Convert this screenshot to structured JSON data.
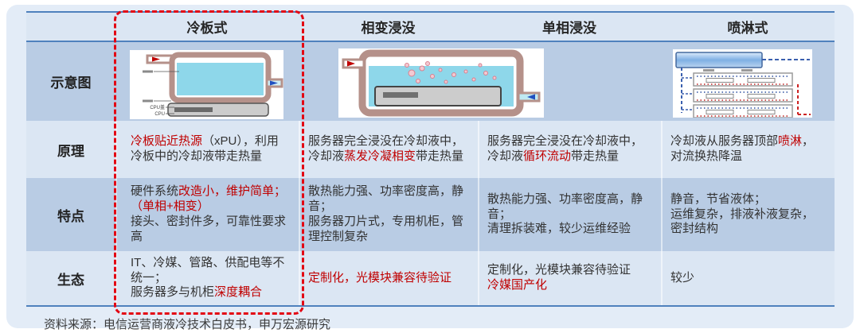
{
  "header": {
    "columns": [
      "冷板式",
      "相变浸没",
      "单相浸没",
      "喷淋式"
    ]
  },
  "rows": [
    {
      "label": "示意图"
    },
    {
      "label": "原理",
      "cells": [
        [
          {
            "text": "冷板贴近热源",
            "red": true
          },
          {
            "text": "（xPU），利用冷板中的冷却液带走热量"
          }
        ],
        [
          {
            "text": "服务器完全浸没在冷却液中，冷却液"
          },
          {
            "text": "蒸发冷凝相变",
            "red": true
          },
          {
            "text": "带走热量"
          }
        ],
        [
          {
            "text": "服务器完全浸没在冷却液中，冷却液"
          },
          {
            "text": "循环流动",
            "red": true
          },
          {
            "text": "带走热量"
          }
        ],
        [
          {
            "text": "冷却液从服务器顶部"
          },
          {
            "text": "喷淋",
            "red": true
          },
          {
            "text": "，对流换热降温"
          }
        ]
      ]
    },
    {
      "label": "特点",
      "cells": [
        [
          {
            "text": "硬件系统"
          },
          {
            "text": "改造小，维护简单；（单相+相变）",
            "red": true
          },
          {
            "br": true
          },
          {
            "text": "接头、密封件多，可靠性要求高"
          }
        ],
        [
          {
            "text": "散热能力强、功率密度高，静音；"
          },
          {
            "br": true
          },
          {
            "text": "服务器刀片式，专用机柜，管理控制复杂"
          }
        ],
        [
          {
            "text": "散热能力强、功率密度高，静音；"
          },
          {
            "br": true
          },
          {
            "text": "清理拆装难，较少运维经验"
          }
        ],
        [
          {
            "text": "静音，节省液体；"
          },
          {
            "br": true
          },
          {
            "text": "运维复杂，排液补液复杂，密封结构"
          }
        ]
      ]
    },
    {
      "label": "生态",
      "cells": [
        [
          {
            "text": "IT、冷媒、管路、供配电等不统一；"
          },
          {
            "br": true
          },
          {
            "text": "服务器多与机柜"
          },
          {
            "text": "深度耦合",
            "red": true
          }
        ],
        [
          {
            "text": "定制化，光模块兼容待验证",
            "red": true
          }
        ],
        [
          {
            "text": "定制化，光模块兼容待验证"
          },
          {
            "br": true
          },
          {
            "text": "冷媒国产化",
            "red": true
          }
        ],
        [
          {
            "text": "较少"
          }
        ]
      ]
    }
  ],
  "diagrams": {
    "cold_plate": {
      "cpu_cover_label": "CPU盖",
      "cpu_label": "CPU"
    }
  },
  "footer": {
    "source": "资料来源：电信运营商液冷技术白皮书，申万宏源研究"
  },
  "colors": {
    "accent_line_blue": "#4f81bd",
    "row_dark_blue": "#b9cce4",
    "row_light_blue": "#dbe6f3",
    "card_background": "#e3ecf7",
    "highlight_red": "#c00000",
    "dashed_border_red": "#e30613"
  }
}
